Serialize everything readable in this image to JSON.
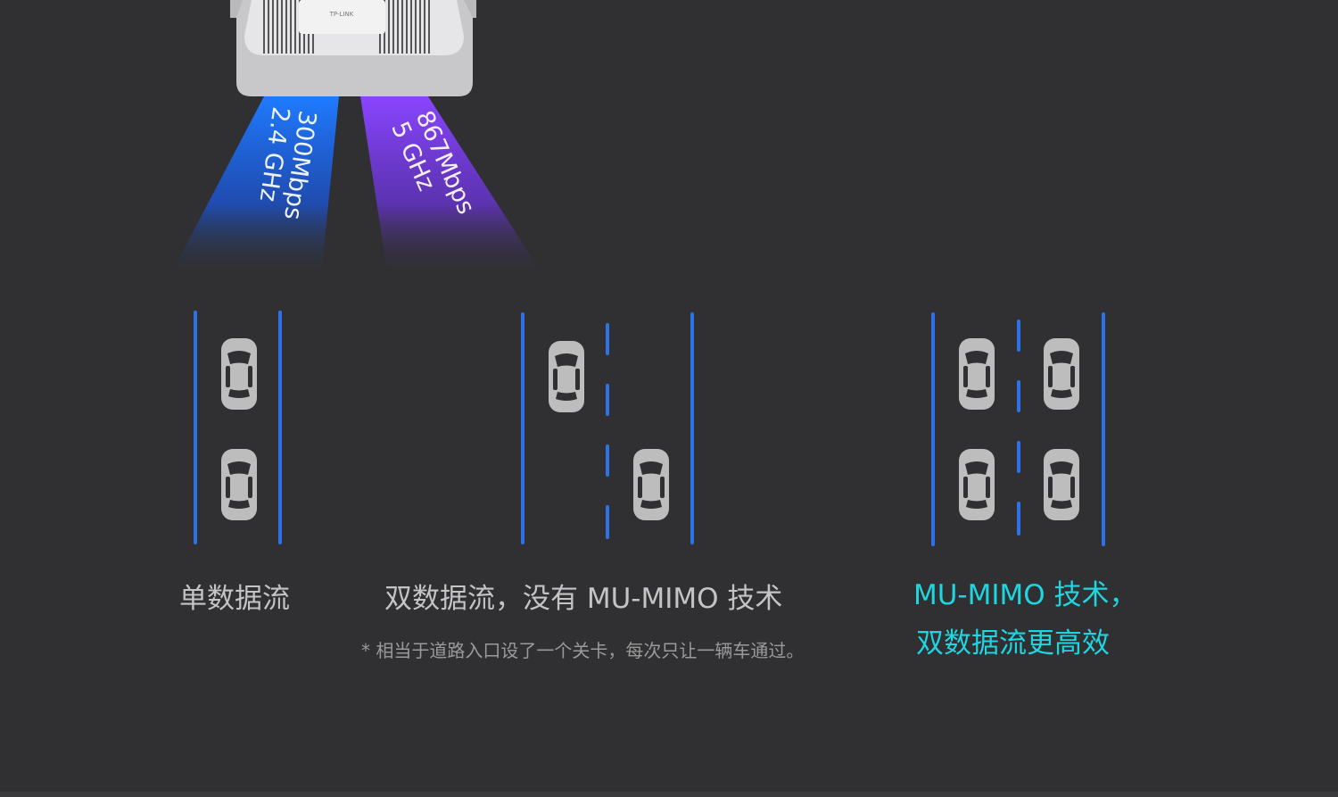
{
  "router": {
    "brand_logo_text": "TP-LINK",
    "bands": [
      {
        "speed": "300Mbps",
        "frequency": "2.4 GHz",
        "color": "#1e6bff"
      },
      {
        "speed": "867Mbps",
        "frequency": "5 GHz",
        "color": "#7b3cff"
      }
    ]
  },
  "scenarios": [
    {
      "caption": "单数据流",
      "lanes": 1
    },
    {
      "caption": "双数据流，没有 MU-MIMO 技术",
      "note": "* 相当于道路入口设了一个关卡，每次只让一辆车通过。",
      "lanes": 2
    },
    {
      "caption_line1": "MU-MIMO 技术，",
      "caption_line2": "双数据流更高效",
      "lanes": 2
    }
  ],
  "colors": {
    "background": "#303033",
    "lane": "#2c73e8",
    "car": "#bdbdbd",
    "highlight_text": "#1ed6e0",
    "caption_text": "#c4c4c4"
  },
  "icons": [
    "router-icon",
    "car-icon"
  ]
}
